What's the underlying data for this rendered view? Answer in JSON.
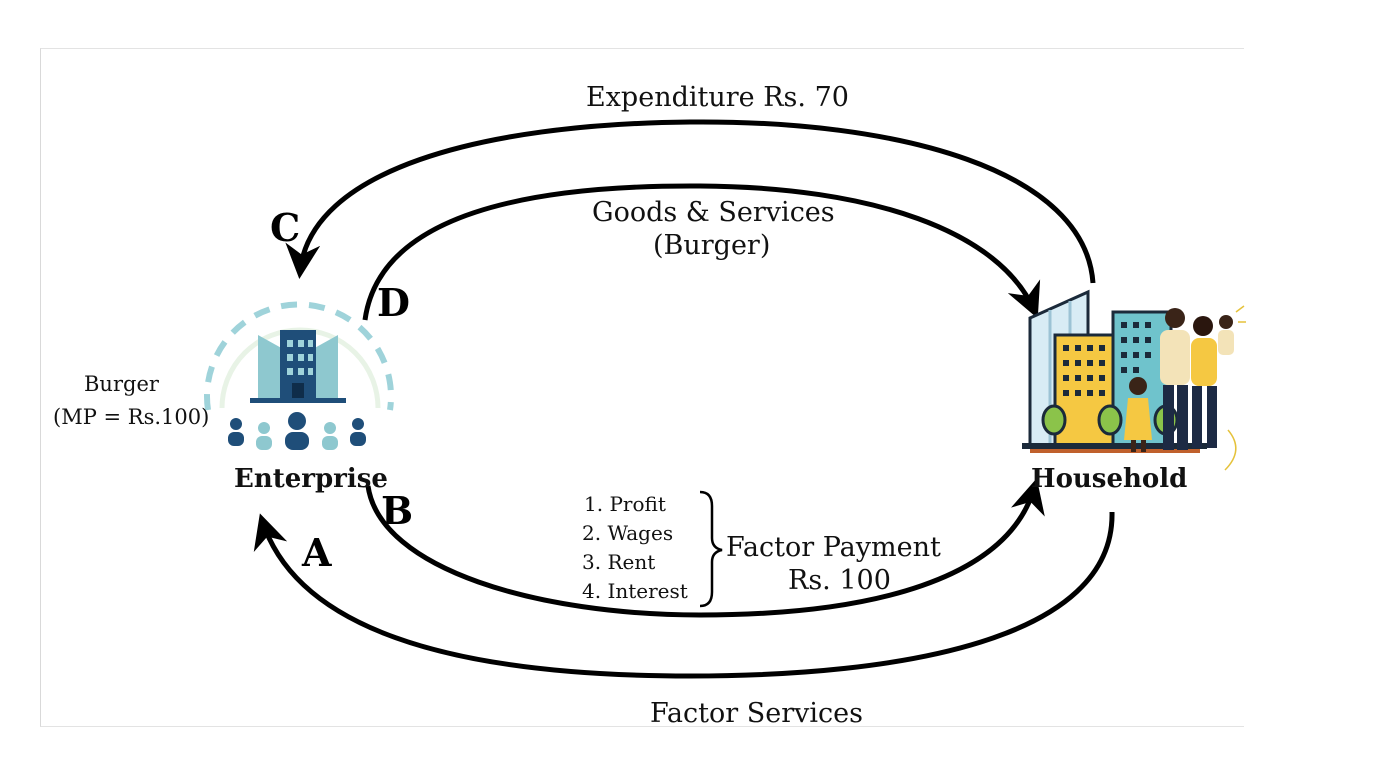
{
  "flows": {
    "expenditure": "Expenditure Rs. 70",
    "goods_line1": "Goods & Services",
    "goods_line2": "(Burger)",
    "factor_payment_line1": "Factor Payment",
    "factor_payment_line2": "Rs. 100",
    "factor_services": "Factor Services"
  },
  "letters": {
    "a": "A",
    "b": "B",
    "c": "C",
    "d": "D"
  },
  "enterprise": {
    "label": "Enterprise",
    "note_line1": "Burger",
    "note_line2": "(MP = Rs.100)",
    "icon": "enterprise-building-people-icon"
  },
  "household": {
    "label": "Household",
    "icon": "family-city-icon"
  },
  "factor_payment_items": [
    "1. Profit",
    "2. Wages",
    "3. Rent",
    "4. Interest"
  ],
  "colors": {
    "arrow": "#000000",
    "enterprise_dark": "#1f4e79",
    "enterprise_light": "#8ec8cf",
    "dashed_ring": "#9fd3da",
    "household_yellow": "#f5c842",
    "household_teal": "#6fc3cc"
  }
}
